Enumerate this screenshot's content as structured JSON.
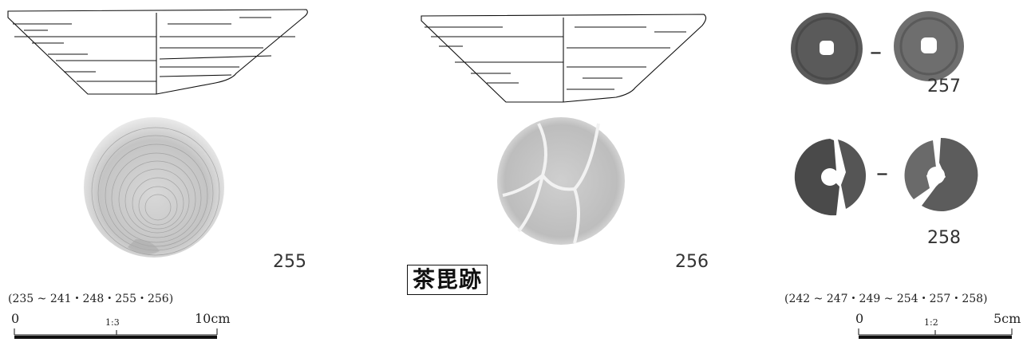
{
  "figures": [
    {
      "number": "255"
    },
    {
      "number": "256"
    },
    {
      "number": "257"
    },
    {
      "number": "258"
    }
  ],
  "site_label": "茶毘跡",
  "left_group": {
    "caption": "(235 ~ 241・248・255・256)",
    "scale": {
      "start": "0",
      "ratio": "1:3",
      "end": "10cm"
    }
  },
  "right_group": {
    "caption": "(242 ~ 247・249 ~ 254・257・258)",
    "scale": {
      "start": "0",
      "ratio": "1:2",
      "end": "5cm"
    }
  },
  "separator_symbol": "–"
}
